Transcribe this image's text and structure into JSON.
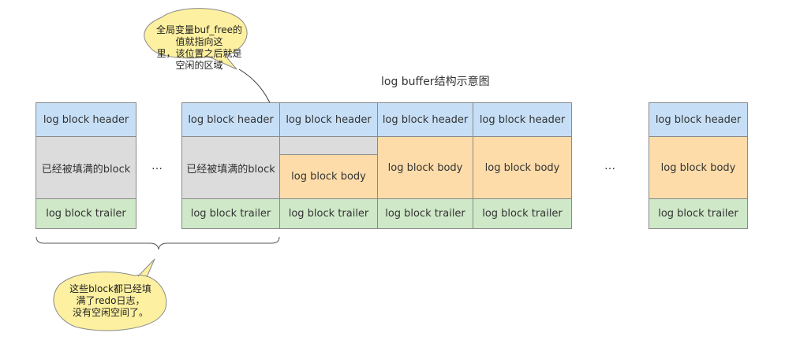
{
  "diagram_title": "log buffer结构示意图",
  "top_callout": {
    "line1": "全局变量buf_free的值就指向这",
    "line2": "里，该位置之后就是空闲的区域"
  },
  "bottom_callout": {
    "line1": "这些block都已经填",
    "line2": "满了redo日志，",
    "line3": "没有空闲空间了。"
  },
  "ellipsis": "…",
  "columns": [
    {
      "header": "log block header",
      "body": "已经被填满的block",
      "trailer": "log block trailer"
    },
    {
      "header": "log block header",
      "body": "已经被填满的block",
      "trailer": "log block trailer"
    },
    {
      "header": "log block header",
      "body": "log block body",
      "trailer": "log block trailer"
    },
    {
      "header": "log block header",
      "body": "log block body",
      "trailer": "log block trailer"
    },
    {
      "header": "log block header",
      "body": "log block body",
      "trailer": "log block trailer"
    },
    {
      "header": "log block header",
      "body": "log block body",
      "trailer": "log block trailer"
    }
  ],
  "colors": {
    "header": "#c6dff6",
    "filled_body": "#dcdcdc",
    "free_body": "#fddcaa",
    "trailer": "#cfe8c8",
    "callout": "#fdf0a0"
  }
}
